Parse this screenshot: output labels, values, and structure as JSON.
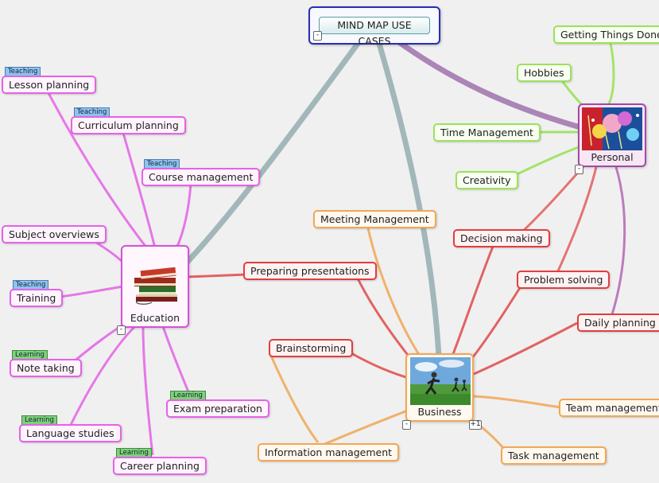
{
  "central": {
    "title": "MIND MAP USE CASES",
    "toggle": "-"
  },
  "education": {
    "label": "Education",
    "toggle": "-",
    "picture": "stack-of-books-image",
    "children": {
      "lesson_planning": {
        "label": "Lesson planning",
        "tag": "Teaching"
      },
      "curriculum_planning": {
        "label": "Curriculum planning",
        "tag": "Teaching"
      },
      "course_management": {
        "label": "Course management",
        "tag": "Teaching"
      },
      "subject_overviews": {
        "label": "Subject overviews"
      },
      "training": {
        "label": "Training",
        "tag": "Teaching"
      },
      "note_taking": {
        "label": "Note taking",
        "tag": "Learning"
      },
      "language_studies": {
        "label": "Language studies",
        "tag": "Learning"
      },
      "career_planning": {
        "label": "Career planning",
        "tag": "Learning"
      },
      "exam_preparation": {
        "label": "Exam preparation",
        "tag": "Learning"
      }
    }
  },
  "business": {
    "label": "Business",
    "toggle": "-",
    "collapsed_count": "+1",
    "picture": "businessmen-running-on-grass-image",
    "children": {
      "meeting_management": {
        "label": "Meeting Management"
      },
      "preparing_presentations": {
        "label": "Preparing presentations"
      },
      "brainstorming": {
        "label": "Brainstorming"
      },
      "information_management": {
        "label": "Information management"
      },
      "decision_making": {
        "label": "Decision making"
      },
      "problem_solving": {
        "label": "Problem solving"
      },
      "daily_planning": {
        "label": "Daily planning"
      },
      "team_management": {
        "label": "Team management"
      },
      "task_management": {
        "label": "Task management"
      }
    }
  },
  "personal": {
    "label": "Personal",
    "toggle": "-",
    "picture": "party-balloons-image",
    "children": {
      "getting_things_done": {
        "label": "Getting Things Done"
      },
      "hobbies": {
        "label": "Hobbies"
      },
      "time_management": {
        "label": "Time Management"
      },
      "creativity": {
        "label": "Creativity"
      }
    }
  },
  "colors": {
    "education": "#e463e6",
    "business_red": "#df3f3f",
    "business_orange": "#f1a755",
    "personal_green": "#9be25a",
    "personal_purple": "#a648a6",
    "central_border": "#2a2fb0",
    "main_branch": "#8ea9ad",
    "tag_teaching": "#8fc3f0",
    "tag_learning": "#7ed27a"
  }
}
